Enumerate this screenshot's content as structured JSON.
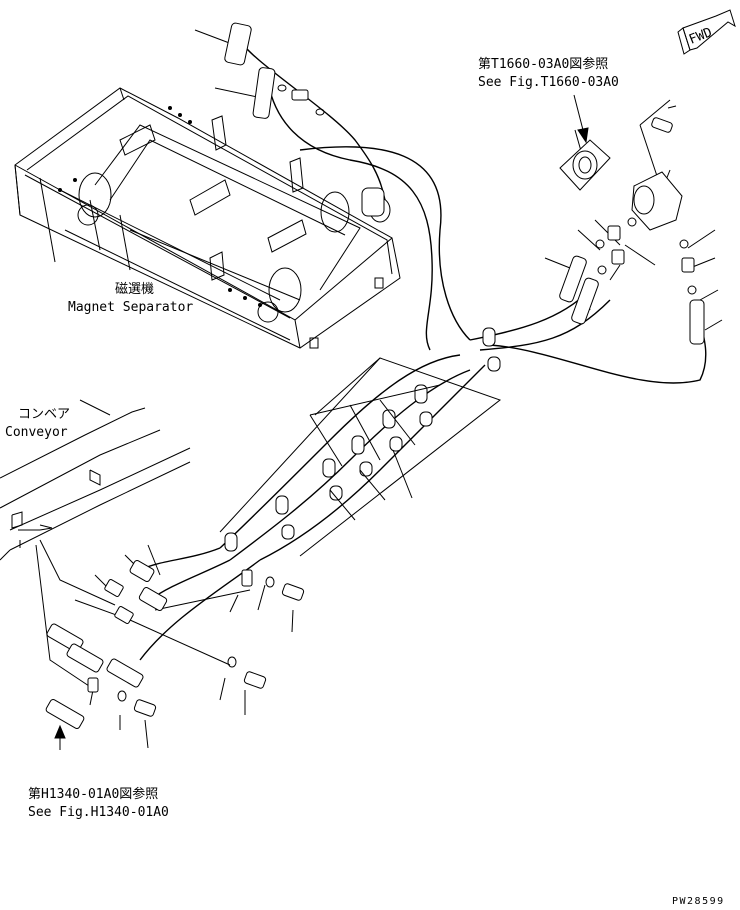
{
  "labels": {
    "fwd": "FWD",
    "ref_top_jp": "第T1660-03A0図参照",
    "ref_top_en": "See Fig.T1660-03A0",
    "magnet_jp": "磁選機",
    "magnet_en": "Magnet Separator",
    "conveyor_jp": "コンベア",
    "conveyor_en": "Conveyor",
    "ref_bottom_jp": "第H1340-01A0図参照",
    "ref_bottom_en": "See Fig.H1340-01A0",
    "drawing_no": "PW28599"
  }
}
